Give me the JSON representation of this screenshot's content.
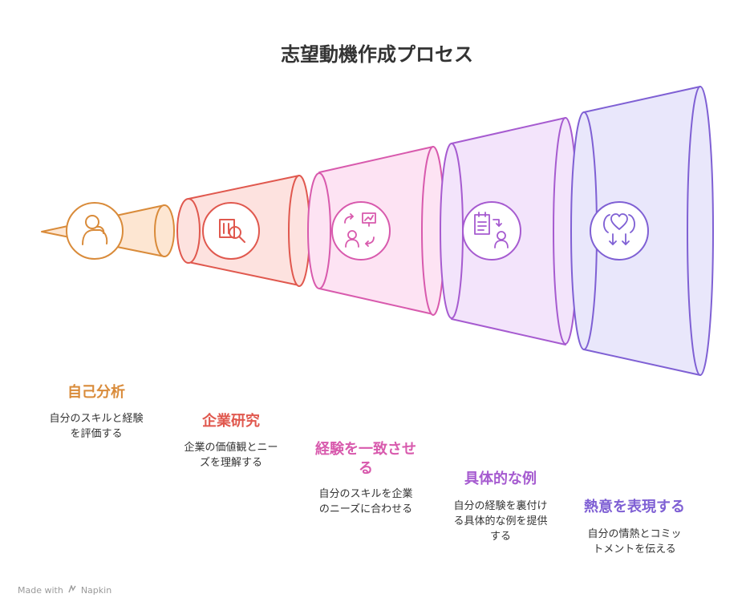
{
  "title": "志望動機作成プロセス",
  "footer": {
    "made_with": "Made with",
    "brand": "Napkin"
  },
  "stages": [
    {
      "title": "自己分析",
      "desc_lines": [
        "自分のスキルと経験",
        "を評価する"
      ],
      "color": "#d98b3a",
      "fill": "#fde6d2",
      "icon": "person-head-icon"
    },
    {
      "title": "企業研究",
      "desc_lines": [
        "企業の価値観とニー",
        "ズを理解する"
      ],
      "color": "#e0584e",
      "fill": "#fde2df",
      "icon": "building-search-icon"
    },
    {
      "title_lines": [
        "経験を一致させ",
        "る"
      ],
      "desc_lines": [
        "自分のスキルを企業",
        "のニーズに合わせる"
      ],
      "color": "#d85aad",
      "fill": "#fde3f3",
      "icon": "match-presentation-icon"
    },
    {
      "title": "具体的な例",
      "desc_lines": [
        "自分の経験を裏付け",
        "る具体的な例を提供",
        "する"
      ],
      "color": "#a65bd0",
      "fill": "#f3e4fb",
      "icon": "document-person-icon"
    },
    {
      "title": "熱意を表現する",
      "desc_lines": [
        "自分の情熱とコミッ",
        "トメントを伝える"
      ],
      "color": "#7f60d4",
      "fill": "#e9e7fb",
      "icon": "heart-arrows-icon"
    }
  ]
}
